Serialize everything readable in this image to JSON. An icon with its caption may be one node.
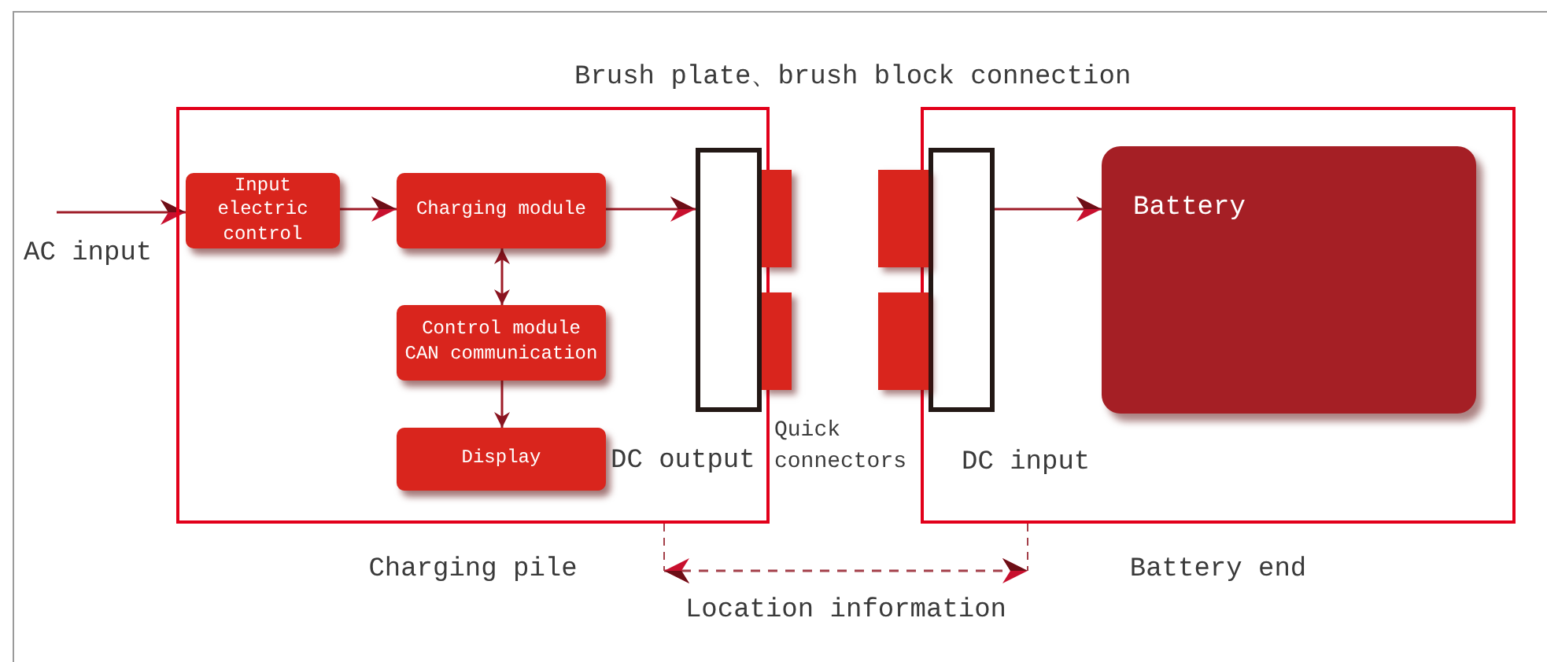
{
  "diagram": {
    "nodes": [
      {
        "text": [
          "Charging pile"
        ]
      },
      {
        "text": [
          "Battery end"
        ]
      },
      {
        "text": [
          "AC input"
        ]
      },
      {
        "text": [
          "Input electric control"
        ],
        "in": 0
      },
      {
        "text": [
          "Charging module"
        ],
        "in": 0
      },
      {
        "text": [
          "Control module",
          "CAN communication"
        ],
        "in": 0
      },
      {
        "text": [
          "Display"
        ],
        "in": 0
      },
      {
        "text": [],
        "shape": "box",
        "in": 0
      },
      {
        "text": [],
        "shape": "box"
      },
      {
        "text": [],
        "shape": "box"
      },
      {
        "text": [],
        "shape": "box"
      },
      {
        "text": [],
        "shape": "box"
      },
      {
        "text": [],
        "shape": "box",
        "in": 1,
        "beside": [
          "DC input"
        ]
      },
      {
        "text": [
          "Battery"
        ],
        "in": 1
      }
    ],
    "edges": [
      {
        "from": 2,
        "to": 3,
        "arrow": "to"
      },
      {
        "from": 3,
        "to": 4,
        "arrow": "to"
      },
      {
        "from": 4,
        "to": 7,
        "arrow": "to"
      },
      {
        "from": 4,
        "to": 5,
        "arrow": "both"
      },
      {
        "from": 5,
        "to": 6,
        "arrow": "to"
      },
      {
        "from": 12,
        "to": 13,
        "arrow": "to"
      },
      {
        "from": 0,
        "to": 1,
        "arrow": "both",
        "style": "dashed",
        "label": "Location information"
      }
    ],
    "labels": [
      "Brush plate、brush block connection",
      "DC output",
      "Quick connectors"
    ]
  }
}
